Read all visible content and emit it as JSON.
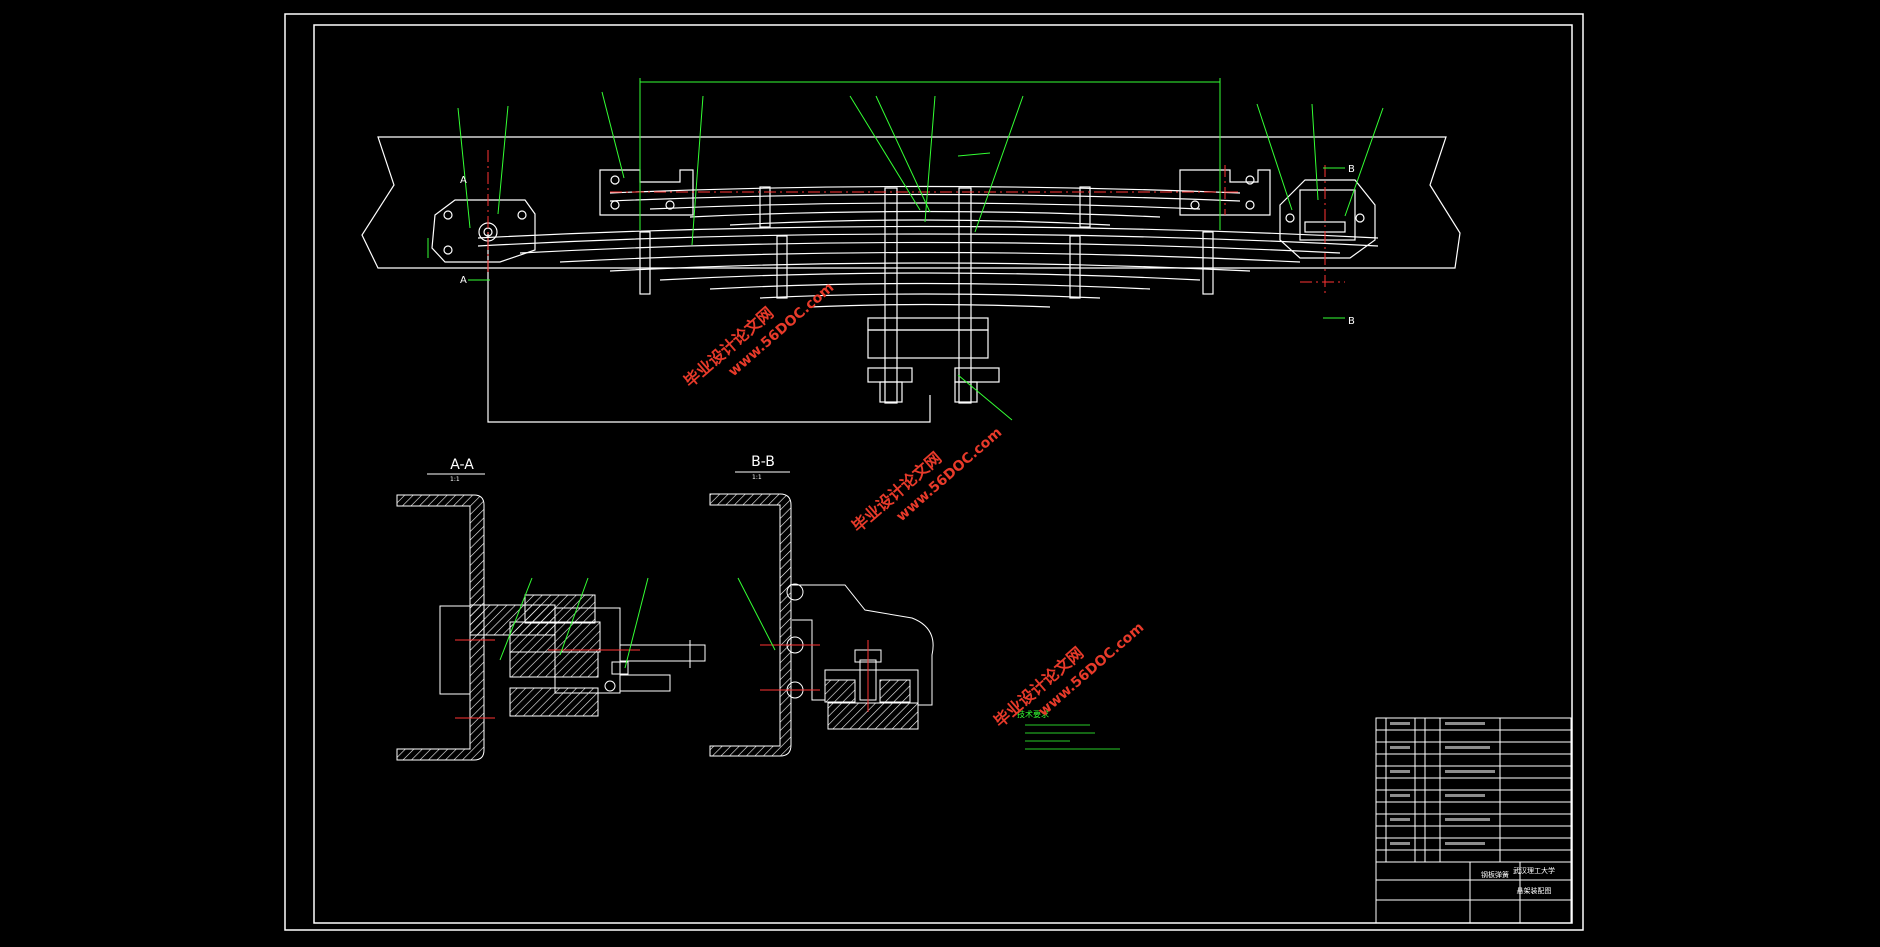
{
  "drawing": {
    "section_aa": {
      "title": "A-A",
      "scale": "1:1"
    },
    "section_bb": {
      "title": "B-B",
      "scale": "1:1"
    },
    "section_marks": [
      "A",
      "A",
      "B",
      "B"
    ],
    "watermarks": [
      {
        "cn": "毕业设计论文网",
        "url": "www.56DOC.com"
      },
      {
        "cn": "毕业设计论文网",
        "url": "www.56DOC.com"
      },
      {
        "cn": "毕业设计论文网",
        "url": "www.56DOC.com"
      }
    ],
    "tech_notes": {
      "title": "技术要求"
    },
    "title_block": {
      "school": "武汉理工大学",
      "name": "钢板弹簧",
      "drawing_name": "悬架装配图"
    }
  },
  "colors": {
    "line": "#ffffff",
    "annotation": "#33ff33",
    "centerline": "#ff3333",
    "watermark": "#e83a2a",
    "background": "#000000"
  }
}
